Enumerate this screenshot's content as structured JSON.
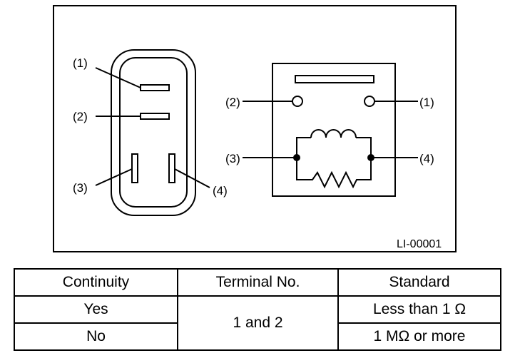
{
  "figure": {
    "connector_labels": [
      "(1)",
      "(2)",
      "(3)",
      "(4)"
    ],
    "schematic_labels": [
      "(2)",
      "(1)",
      "(3)",
      "(4)"
    ],
    "figure_id": "LI-00001"
  },
  "table": {
    "headers": [
      "Continuity",
      "Terminal No.",
      "Standard"
    ],
    "rows": [
      {
        "continuity": "Yes",
        "terminal": "1 and 2",
        "standard": "Less than 1 Ω"
      },
      {
        "continuity": "No",
        "terminal": "1 and 2",
        "standard": "1 MΩ or more"
      }
    ]
  }
}
